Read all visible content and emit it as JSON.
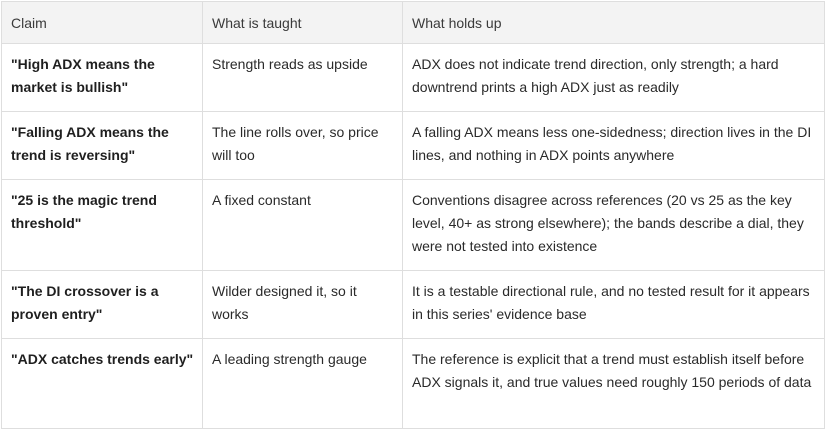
{
  "table": {
    "headers": [
      "Claim",
      "What is taught",
      "What holds up"
    ],
    "rows": [
      {
        "claim": "\"High ADX means the market is bullish\"",
        "taught": "Strength reads as upside",
        "holds": "ADX does not indicate trend direction, only strength; a hard downtrend prints a high ADX just as readily"
      },
      {
        "claim": "\"Falling ADX means the trend is reversing\"",
        "taught": "The line rolls over, so price will too",
        "holds": "A falling ADX means less one-sidedness; direction lives in the DI lines, and nothing in ADX points anywhere"
      },
      {
        "claim": "\"25 is the magic trend threshold\"",
        "taught": "A fixed constant",
        "holds": "Conventions disagree across references (20 vs 25 as the key level, 40+ as strong elsewhere); the bands describe a dial, they were not tested into existence"
      },
      {
        "claim": "\"The DI crossover is a proven entry\"",
        "taught": "Wilder designed it, so it works",
        "holds": "It is a testable directional rule, and no tested result for it appears in this series' evidence base"
      },
      {
        "claim": "\"ADX catches trends early\"",
        "taught": "A leading strength gauge",
        "holds": "The reference is explicit that a trend must establish itself before ADX signals it, and true values need roughly 150 periods of data"
      }
    ]
  }
}
